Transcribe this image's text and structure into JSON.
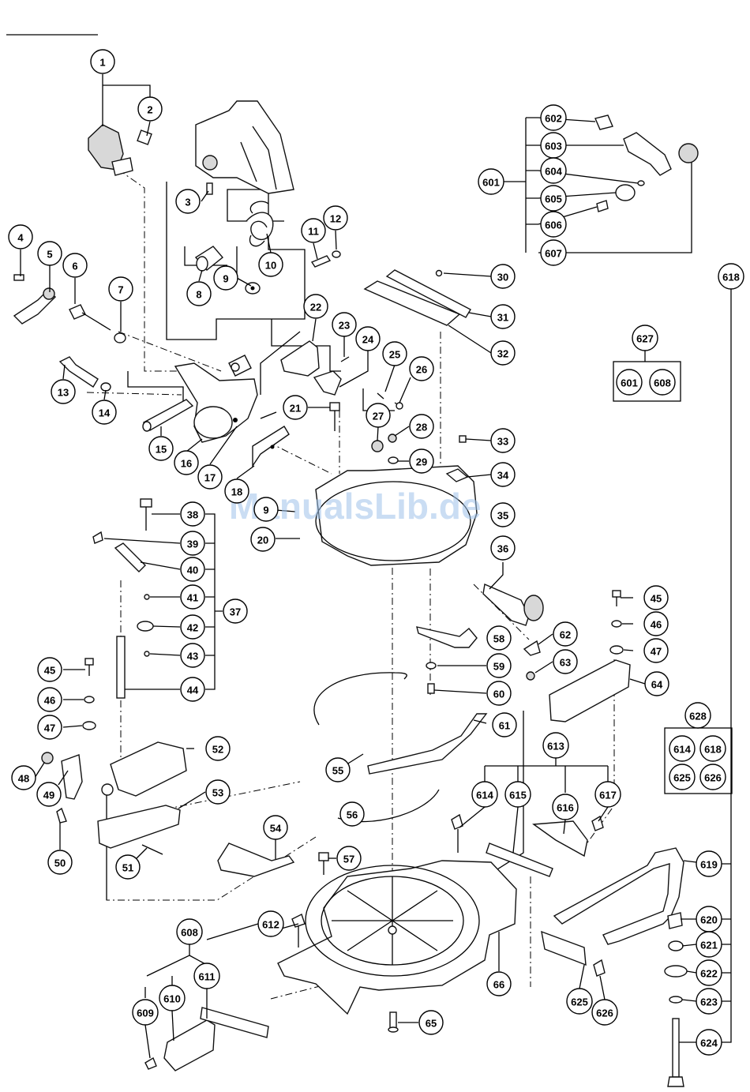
{
  "watermark": "ManualsLib.de",
  "callouts": [
    {
      "label": "1"
    },
    {
      "label": "2"
    },
    {
      "label": "3"
    },
    {
      "label": "4"
    },
    {
      "label": "5"
    },
    {
      "label": "6"
    },
    {
      "label": "7"
    },
    {
      "label": "8"
    },
    {
      "label": "9"
    },
    {
      "label": "10"
    },
    {
      "label": "11"
    },
    {
      "label": "12"
    },
    {
      "label": "13"
    },
    {
      "label": "14"
    },
    {
      "label": "15"
    },
    {
      "label": "16"
    },
    {
      "label": "17"
    },
    {
      "label": "18"
    },
    {
      "label": "9"
    },
    {
      "label": "20"
    },
    {
      "label": "21"
    },
    {
      "label": "22"
    },
    {
      "label": "23"
    },
    {
      "label": "24"
    },
    {
      "label": "25"
    },
    {
      "label": "26"
    },
    {
      "label": "27"
    },
    {
      "label": "28"
    },
    {
      "label": "29"
    },
    {
      "label": "30"
    },
    {
      "label": "31"
    },
    {
      "label": "32"
    },
    {
      "label": "33"
    },
    {
      "label": "34"
    },
    {
      "label": "35"
    },
    {
      "label": "36"
    },
    {
      "label": "37"
    },
    {
      "label": "38"
    },
    {
      "label": "39"
    },
    {
      "label": "40"
    },
    {
      "label": "41"
    },
    {
      "label": "42"
    },
    {
      "label": "43"
    },
    {
      "label": "44"
    },
    {
      "label": "45"
    },
    {
      "label": "46"
    },
    {
      "label": "47"
    },
    {
      "label": "45"
    },
    {
      "label": "46"
    },
    {
      "label": "47"
    },
    {
      "label": "48"
    },
    {
      "label": "49"
    },
    {
      "label": "50"
    },
    {
      "label": "51"
    },
    {
      "label": "52"
    },
    {
      "label": "53"
    },
    {
      "label": "54"
    },
    {
      "label": "55"
    },
    {
      "label": "56"
    },
    {
      "label": "57"
    },
    {
      "label": "58"
    },
    {
      "label": "59"
    },
    {
      "label": "60"
    },
    {
      "label": "61"
    },
    {
      "label": "62"
    },
    {
      "label": "63"
    },
    {
      "label": "64"
    },
    {
      "label": "65"
    },
    {
      "label": "66"
    },
    {
      "label": "601"
    },
    {
      "label": "602"
    },
    {
      "label": "603"
    },
    {
      "label": "604"
    },
    {
      "label": "605"
    },
    {
      "label": "606"
    },
    {
      "label": "607"
    },
    {
      "label": "627"
    },
    {
      "label": "601"
    },
    {
      "label": "608"
    },
    {
      "label": "628"
    },
    {
      "label": "614"
    },
    {
      "label": "618"
    },
    {
      "label": "625"
    },
    {
      "label": "626"
    },
    {
      "label": "613"
    },
    {
      "label": "614"
    },
    {
      "label": "615"
    },
    {
      "label": "616"
    },
    {
      "label": "617"
    },
    {
      "label": "618"
    },
    {
      "label": "619"
    },
    {
      "label": "620"
    },
    {
      "label": "621"
    },
    {
      "label": "622"
    },
    {
      "label": "623"
    },
    {
      "label": "624"
    },
    {
      "label": "625"
    },
    {
      "label": "626"
    },
    {
      "label": "608"
    },
    {
      "label": "609"
    },
    {
      "label": "610"
    },
    {
      "label": "611"
    },
    {
      "label": "612"
    }
  ]
}
